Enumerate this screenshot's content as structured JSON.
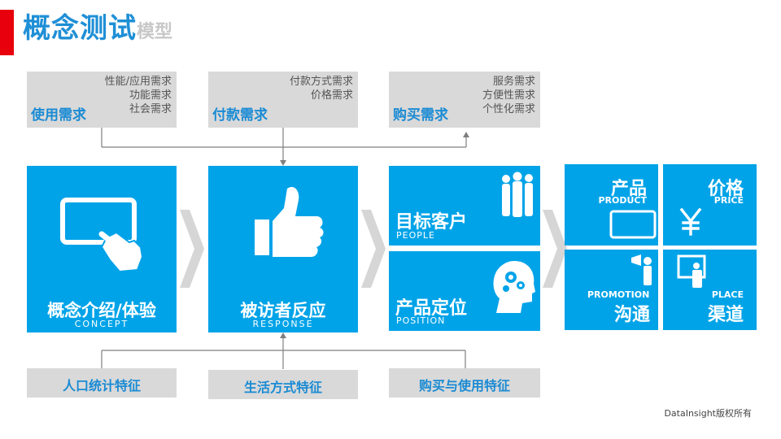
{
  "title": {
    "main": "概念测试",
    "sub": "模型"
  },
  "needs": [
    {
      "title": "使用需求",
      "items": [
        "性能/应用需求",
        "功能需求",
        "社会需求"
      ]
    },
    {
      "title": "付款需求",
      "items": [
        "付款方式需求",
        "价格需求"
      ]
    },
    {
      "title": "购买需求",
      "items": [
        "服务需求",
        "方便性需求",
        "个性化需求"
      ]
    }
  ],
  "stages": [
    {
      "cn": "概念介绍/体验",
      "en": "CONCEPT"
    },
    {
      "cn": "被访者反应",
      "en": "RESPONSE"
    }
  ],
  "positioning": [
    {
      "cn": "目标客户",
      "en": "PEOPLE"
    },
    {
      "cn": "产品定位",
      "en": "POSITION"
    }
  ],
  "marketing_mix": [
    {
      "cn": "产品",
      "en": "PRODUCT"
    },
    {
      "cn": "价格",
      "en": "PRICE"
    },
    {
      "cn": "沟通",
      "en": "PROMOTION"
    },
    {
      "cn": "渠道",
      "en": "PLACE"
    }
  ],
  "features": [
    "人口统计特征",
    "生活方式特征",
    "购买与使用特征"
  ],
  "colors": {
    "blue": "#00a3e8",
    "gray_box": "#d9d9d9",
    "chevron": "#d6d6d6",
    "red_accent": "#e8000d",
    "title_blue": "#1f8fd6"
  },
  "copyright": "DataInsight版权所有"
}
